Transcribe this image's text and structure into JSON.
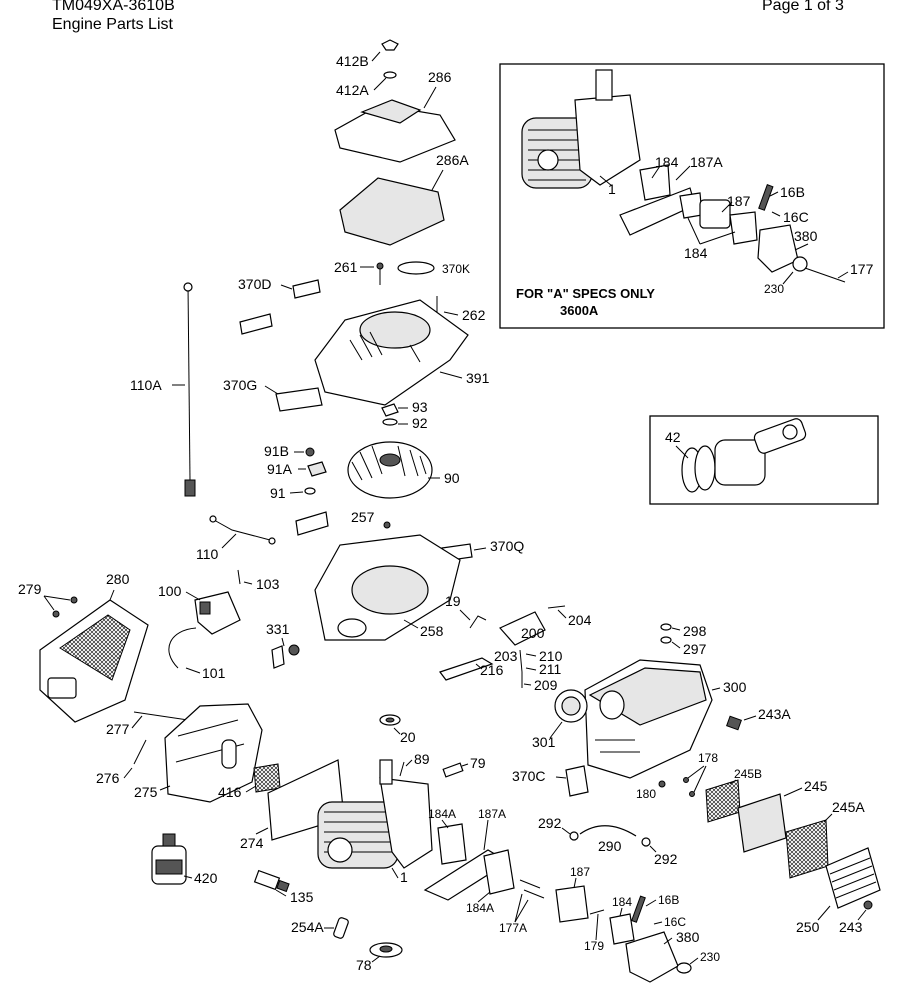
{
  "header": {
    "doc_code": "TM049XA-3610B",
    "doc_title": "Engine Parts List",
    "page": "Page 1 of 3"
  },
  "inset_note": {
    "line1": "FOR \"A\" SPECS ONLY",
    "line2": "3600A"
  },
  "callouts": {
    "c412B": "412B",
    "c412A": "412A",
    "c286": "286",
    "c286A": "286A",
    "c261": "261",
    "c370K": "370K",
    "c370D": "370D",
    "c262": "262",
    "c110A": "110A",
    "c370G": "370G",
    "c391": "391",
    "c93": "93",
    "c92": "92",
    "c91B": "91B",
    "c91A": "91A",
    "c91": "91",
    "c90": "90",
    "c257": "257",
    "c370Q": "370Q",
    "c110": "110",
    "c279": "279",
    "c280": "280",
    "c100": "100",
    "c103": "103",
    "c19": "19",
    "c204": "204",
    "c200": "200",
    "c258": "258",
    "c331": "331",
    "c101": "101",
    "c203": "203",
    "c210": "210",
    "c211": "211",
    "c216": "216",
    "c209": "209",
    "c298": "298",
    "c297": "297",
    "c300": "300",
    "c243A": "243A",
    "c277": "277",
    "c20": "20",
    "c301": "301",
    "c276": "276",
    "c275": "275",
    "c416": "416",
    "c89": "89",
    "c79": "79",
    "c370C": "370C",
    "c178": "178",
    "c180": "180",
    "c245B": "245B",
    "c245": "245",
    "c245A": "245A",
    "c274": "274",
    "c184A": "184A",
    "c187A": "187A",
    "c292a": "292",
    "c290": "290",
    "c292b": "292",
    "c420": "420",
    "c1": "1",
    "c187": "187",
    "c184A2": "184A",
    "c177A": "177A",
    "c135": "135",
    "c184": "184",
    "c16B": "16B",
    "c16C": "16C",
    "c179": "179",
    "c250": "250",
    "c243": "243",
    "c254A": "254A",
    "c380": "380",
    "c230": "230",
    "c78": "78",
    "i184": "184",
    "i187A": "187A",
    "i1": "1",
    "i16B": "16B",
    "i187": "187",
    "i16C": "16C",
    "i184b": "184",
    "i380": "380",
    "i177": "177",
    "i230": "230",
    "c42": "42"
  }
}
